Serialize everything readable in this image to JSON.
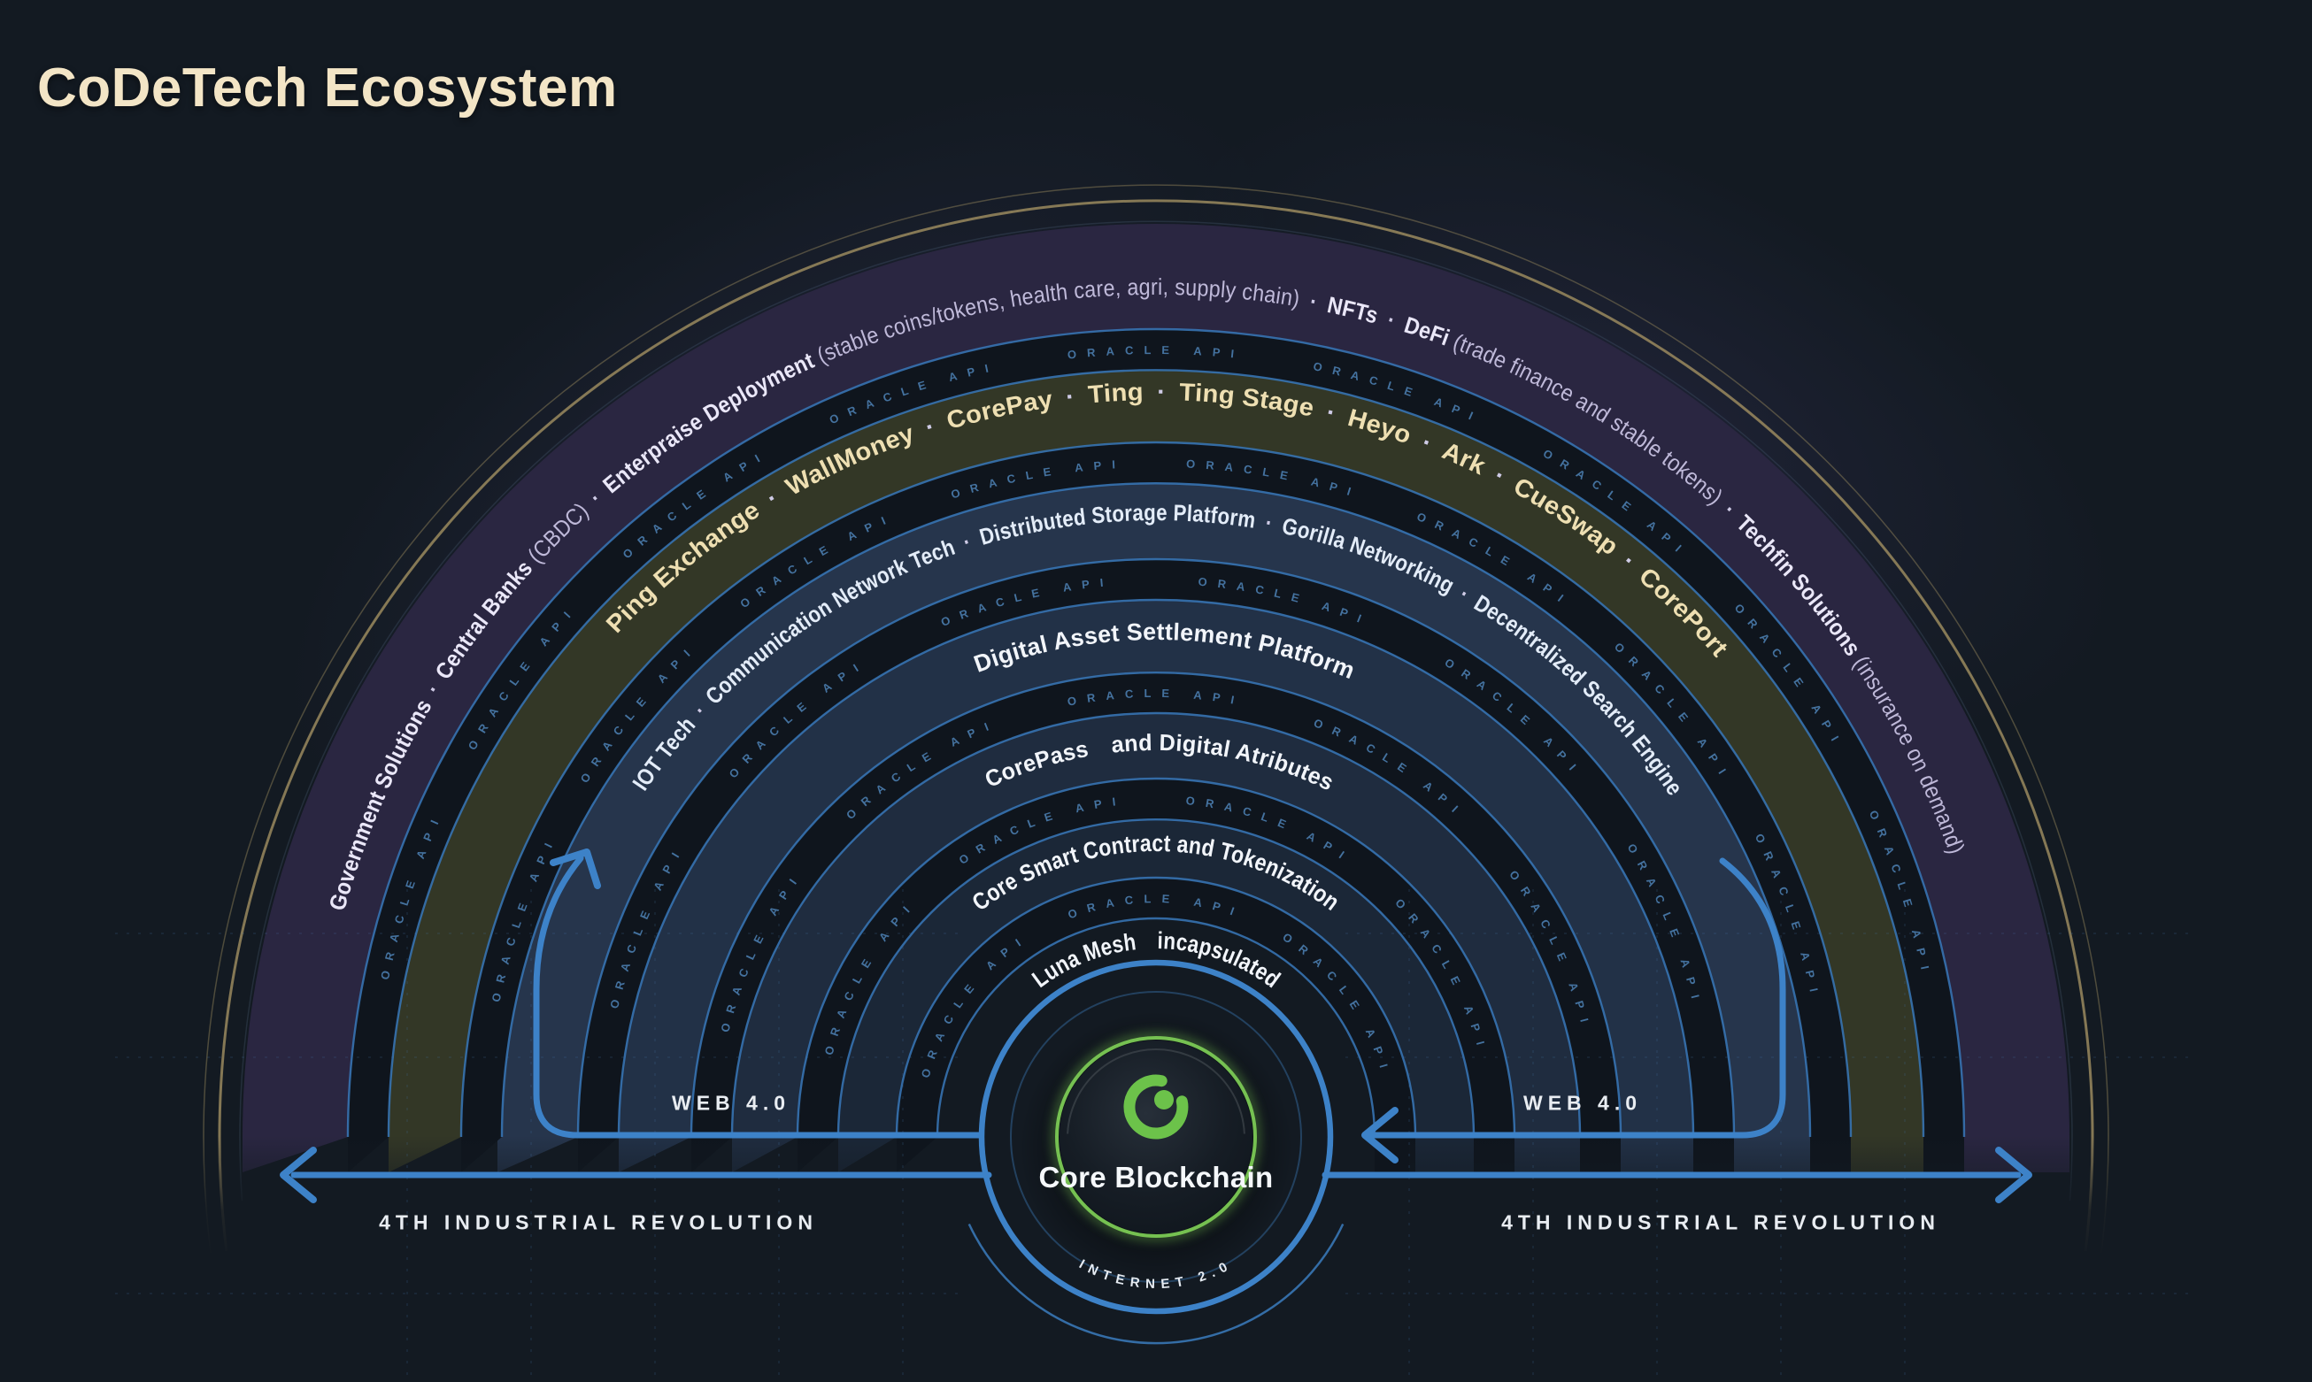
{
  "title": "CoDeTech Ecosystem",
  "diagram": {
    "center": {
      "logo_icon": "core-blockchain-logo",
      "label": "Core Blockchain",
      "bottom_arc_label": "INTERNET 2.0"
    },
    "api_lane_text": "ORACLE API",
    "flow_labels": {
      "web_left": "WEB 4.0",
      "web_right": "WEB 4.0",
      "rev_left": "4TH INDUSTRIAL REVOLUTION",
      "rev_right": "4TH INDUSTRIAL REVOLUTION"
    },
    "rings": [
      {
        "id": "luna",
        "separator": "gap",
        "items": [
          {
            "label": "Luna Mesh"
          },
          {
            "label": "incapsulated"
          }
        ]
      },
      {
        "id": "smart-contract",
        "separator": "gap",
        "items": [
          {
            "label": "Core Smart Contract and Tokenization"
          }
        ]
      },
      {
        "id": "corepass",
        "separator": "gap",
        "items": [
          {
            "label": "CorePass"
          },
          {
            "label": "and Digital Atributes"
          }
        ]
      },
      {
        "id": "settlement",
        "separator": "gap",
        "items": [
          {
            "label": "Digital Asset Settlement Platform"
          }
        ]
      },
      {
        "id": "infra-tech",
        "separator": "dot",
        "items": [
          {
            "label": "IOT Tech"
          },
          {
            "label": "Communication Network Tech"
          },
          {
            "label": "Distributed Storage Platform"
          },
          {
            "label": "Gorilla Networking"
          },
          {
            "label": "Decentralized Search Engine"
          }
        ]
      },
      {
        "id": "products",
        "separator": "dot",
        "items": [
          {
            "label": "Ping Exchange"
          },
          {
            "label": "WallMoney"
          },
          {
            "label": "CorePay"
          },
          {
            "label": "Ting"
          },
          {
            "label": "Ting Stage"
          },
          {
            "label": "Heyo"
          },
          {
            "label": "Ark"
          },
          {
            "label": "CueSwap"
          },
          {
            "label": "CorePort"
          }
        ]
      },
      {
        "id": "enterprise",
        "separator": "dot",
        "items": [
          {
            "label": "Government Solutions"
          },
          {
            "label": "Central Banks",
            "note": "(CBDC)"
          },
          {
            "label": "Enterpraise Deployment",
            "note": "(stable coins/tokens, health care, agri, supply chain)"
          },
          {
            "label": "NFTs"
          },
          {
            "label": "DeFi",
            "note": "(trade finance and stable tokens)"
          },
          {
            "label": "Techfin Solutions",
            "note": "(insurance on demand)"
          }
        ]
      }
    ],
    "colors": {
      "background": "#131a22",
      "title_text": "#f3e5c6",
      "accent_blue": "#3d82c8",
      "arc_blue": "#3878ba",
      "lane_text_blue": "#497aab",
      "gold_arc": "#9a8a5e",
      "green_logo": "#6cc24a",
      "green_glow": "#7ecf57",
      "ring_text": "#f2f5fa",
      "infra_text": "#e3ecf8",
      "products_text": "#eedfb2",
      "enterprise_text": "#eae7f8",
      "enterprise_note_text": "#bfb9d9",
      "separator_dot": "#cfcbe6",
      "flow_label_text": "#e9edf2",
      "lane_band": "#0f151d",
      "bands": {
        "smart-contract": "#1b2737",
        "corepass": "#1f2c3f",
        "settlement": "#223147",
        "infra-tech": "#26354c",
        "products": "#333726",
        "enterprise": "#2a2641"
      }
    }
  }
}
